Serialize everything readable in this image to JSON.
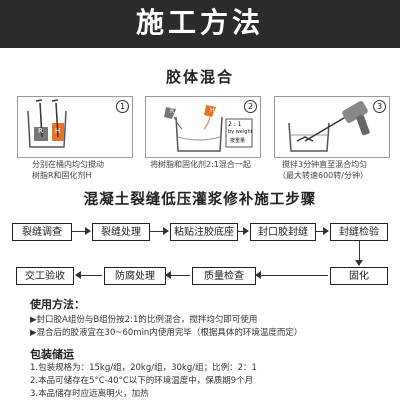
{
  "header": {
    "title": "施工方法"
  },
  "mixing": {
    "title": "胶体混合",
    "panels": [
      {
        "number": "1",
        "caption_line1": "分别在桶内均匀搅动",
        "caption_line2": "树脂R和固化剂H",
        "label_a": "R",
        "label_b": "H"
      },
      {
        "number": "2",
        "caption_line1": "将树脂和固化剂2:1混合一起",
        "ratio": "2 : 1",
        "ratio_note1": "by weight",
        "ratio_note2": "按重量",
        "label_a": "R",
        "label_b": "H"
      },
      {
        "number": "3",
        "caption_line1": "搅拌3分钟直至混合均匀",
        "caption_line2": "（最大转速600转/分钟）"
      }
    ]
  },
  "steps": {
    "title": "混凝土裂缝低压灌浆修补施工步骤",
    "row1": [
      "裂缝调查",
      "裂缝处理",
      "粘贴注胶底座",
      "封口胶封缝",
      "封缝检验"
    ],
    "row2": [
      "交工验收",
      "防腐处理",
      "质量检查",
      "固化"
    ]
  },
  "usage": {
    "title": "使用方法：",
    "lines": [
      "▶封口胶A组份与B组份按2:1的比例混合，搅拌均匀即可使用",
      "▶混合后的胶液宜在30~60min内使用完毕（根据具体的环境温度而定）"
    ]
  },
  "storage": {
    "title": "包装储运",
    "lines": [
      "1.包装规格为：15kg/组，20kg/组，30kg/组；比例：2：1",
      "2.本品可储存在5°C-40°C以下的环境温度中，保质期9个月",
      "3.本品储存时应远离明火，加热"
    ]
  },
  "colors": {
    "header_bg": "#2b2b2b",
    "accent_orange": "#e8742a"
  }
}
